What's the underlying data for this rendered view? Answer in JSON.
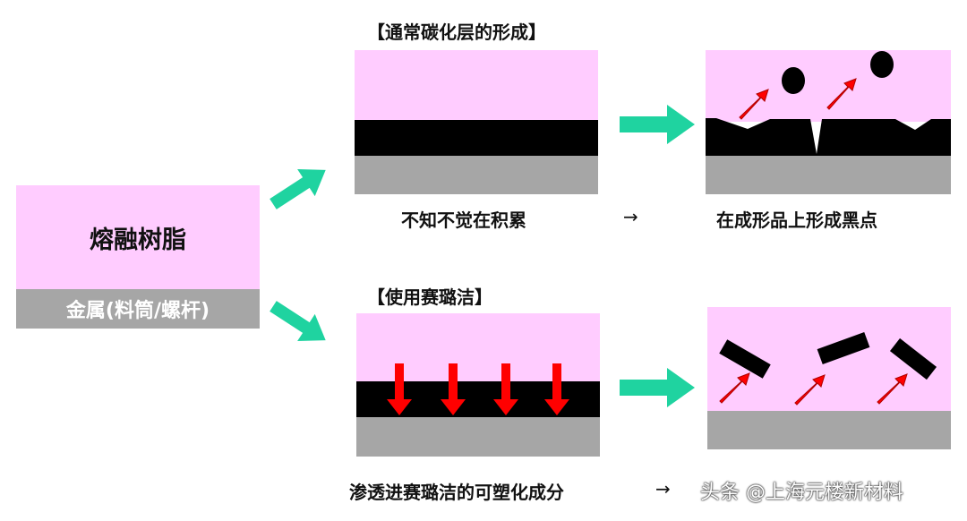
{
  "left": {
    "resin_label": "熔融树脂",
    "metal_label": "金属(料筒/螺杆)"
  },
  "top_row": {
    "title": "【通常碳化层的形成】",
    "caption_left": "不知不觉在积累",
    "arrow_text": "→",
    "caption_right": "在成形品上形成黑点"
  },
  "bottom_row": {
    "title": "【使用赛璐洁】",
    "caption_left": "渗透进赛璐洁的可塑化成分",
    "arrow_text": "→",
    "caption_right": "头条 @上海元楼新材料"
  },
  "colors": {
    "resin": "#ffccff",
    "metal": "#a6a6a6",
    "carbon": "#000000",
    "flow_arrow": "#1fd3a0",
    "red_arrow": "#ff0000"
  }
}
